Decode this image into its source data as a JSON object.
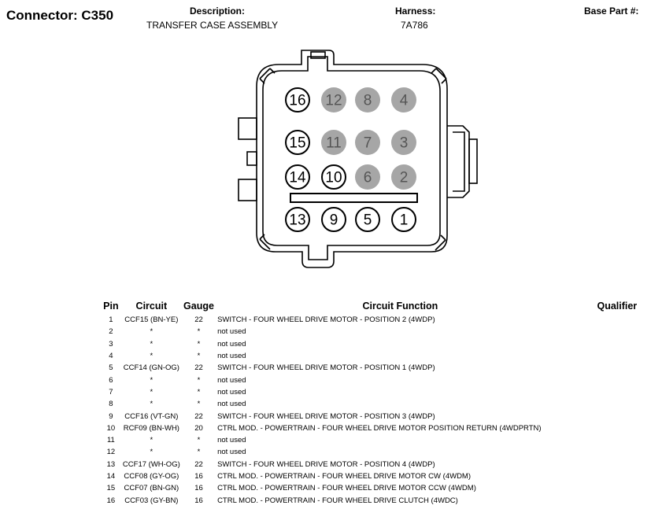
{
  "header": {
    "connector_title": "Connector: C350",
    "description_label": "Description:",
    "description_value": "TRANSFER CASE ASSEMBLY",
    "harness_label": "Harness:",
    "harness_value": "7A786",
    "base_part_label": "Base Part #:"
  },
  "connector": {
    "colors": {
      "filled": "#a6a6a6",
      "outline": "#000000"
    },
    "pins": [
      {
        "label": "16",
        "filled": false
      },
      {
        "label": "12",
        "filled": true
      },
      {
        "label": "8",
        "filled": true
      },
      {
        "label": "4",
        "filled": true
      },
      {
        "label": "15",
        "filled": false
      },
      {
        "label": "11",
        "filled": true
      },
      {
        "label": "7",
        "filled": true
      },
      {
        "label": "3",
        "filled": true
      },
      {
        "label": "14",
        "filled": false
      },
      {
        "label": "10",
        "filled": false
      },
      {
        "label": "6",
        "filled": true
      },
      {
        "label": "2",
        "filled": true
      },
      {
        "label": "13",
        "filled": false
      },
      {
        "label": "9",
        "filled": false
      },
      {
        "label": "5",
        "filled": false
      },
      {
        "label": "1",
        "filled": false
      }
    ]
  },
  "table": {
    "headers": {
      "pin": "Pin",
      "circuit": "Circuit",
      "gauge": "Gauge",
      "function": "Circuit Function",
      "qualifier": "Qualifier"
    },
    "rows": [
      {
        "pin": "1",
        "circuit": "CCF15 (BN-YE)",
        "gauge": "22",
        "function": "SWITCH - FOUR WHEEL DRIVE MOTOR - POSITION 2 (4WDP)"
      },
      {
        "pin": "2",
        "circuit": "*",
        "gauge": "*",
        "function": "not used"
      },
      {
        "pin": "3",
        "circuit": "*",
        "gauge": "*",
        "function": "not used"
      },
      {
        "pin": "4",
        "circuit": "*",
        "gauge": "*",
        "function": "not used"
      },
      {
        "pin": "5",
        "circuit": "CCF14 (GN-OG)",
        "gauge": "22",
        "function": "SWITCH - FOUR WHEEL DRIVE MOTOR - POSITION 1 (4WDP)"
      },
      {
        "pin": "6",
        "circuit": "*",
        "gauge": "*",
        "function": "not used"
      },
      {
        "pin": "7",
        "circuit": "*",
        "gauge": "*",
        "function": "not used"
      },
      {
        "pin": "8",
        "circuit": "*",
        "gauge": "*",
        "function": "not used"
      },
      {
        "pin": "9",
        "circuit": "CCF16 (VT-GN)",
        "gauge": "22",
        "function": "SWITCH - FOUR WHEEL DRIVE MOTOR - POSITION 3 (4WDP)"
      },
      {
        "pin": "10",
        "circuit": "RCF09 (BN-WH)",
        "gauge": "20",
        "function": "CTRL MOD. - POWERTRAIN - FOUR WHEEL DRIVE MOTOR POSITION RETURN (4WDPRTN)"
      },
      {
        "pin": "11",
        "circuit": "*",
        "gauge": "*",
        "function": "not used"
      },
      {
        "pin": "12",
        "circuit": "*",
        "gauge": "*",
        "function": "not used"
      },
      {
        "pin": "13",
        "circuit": "CCF17 (WH-OG)",
        "gauge": "22",
        "function": "SWITCH - FOUR WHEEL DRIVE MOTOR - POSITION 4 (4WDP)"
      },
      {
        "pin": "14",
        "circuit": "CCF08 (GY-OG)",
        "gauge": "16",
        "function": "CTRL MOD. - POWERTRAIN - FOUR WHEEL DRIVE MOTOR CW (4WDM)"
      },
      {
        "pin": "15",
        "circuit": "CCF07 (BN-GN)",
        "gauge": "16",
        "function": "CTRL MOD. - POWERTRAIN - FOUR WHEEL DRIVE MOTOR CCW (4WDM)"
      },
      {
        "pin": "16",
        "circuit": "CCF03 (GY-BN)",
        "gauge": "16",
        "function": "CTRL MOD. - POWERTRAIN - FOUR WHEEL DRIVE CLUTCH (4WDC)"
      }
    ]
  }
}
